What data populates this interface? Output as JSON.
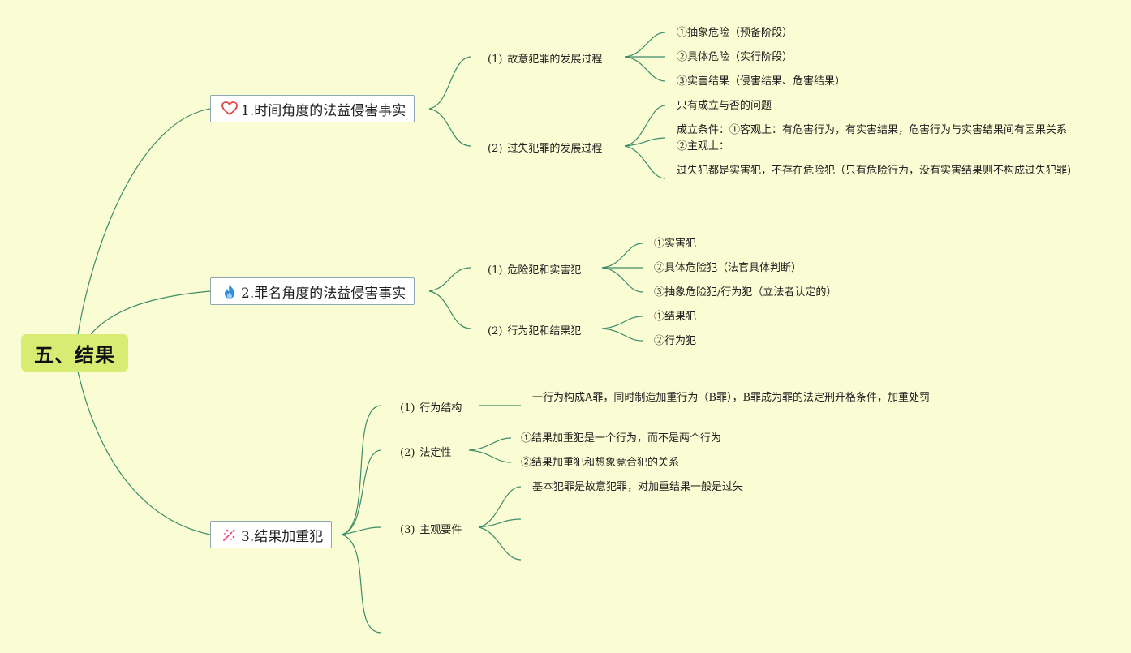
{
  "root": {
    "label": "五、结果"
  },
  "topics": [
    {
      "label": "1.时间角度的法益侵害事实",
      "icon": "heart-icon",
      "subs": [
        {
          "num": "(1)",
          "label": "故意犯罪的发展过程",
          "leaves": [
            "①抽象危险（预备阶段）",
            "②具体危险（实行阶段）",
            "③实害结果（侵害结果、危害结果）"
          ]
        },
        {
          "num": "(2)",
          "label": "过失犯罪的发展过程",
          "leaves": [
            "只有成立与否的问题",
            "成立条件：①客观上：有危害行为，有实害结果，危害行为与实害结果间有因果关系 ②主观上：",
            "过失犯都是实害犯，不存在危险犯（只有危险行为，没有实害结果则不构成过失犯罪)"
          ]
        }
      ]
    },
    {
      "label": "2.罪名角度的法益侵害事实",
      "icon": "fire-icon",
      "subs": [
        {
          "num": "(1)",
          "label": "危险犯和实害犯",
          "leaves": [
            "①实害犯",
            "②具体危险犯（法官具体判断）",
            "③抽象危险犯/行为犯（立法者认定的）"
          ]
        },
        {
          "num": "(2)",
          "label": "行为犯和结果犯",
          "leaves": [
            "①结果犯",
            "②行为犯"
          ]
        }
      ]
    },
    {
      "label": "3.结果加重犯",
      "icon": "sparkle-icon",
      "subs": [
        {
          "num": "(1)",
          "label": "行为结构",
          "leaves": [
            "一行为构成A罪，同时制造加重行为（B罪），B罪成为罪的法定刑升格条件，加重处罚"
          ]
        },
        {
          "num": "(2)",
          "label": "法定性",
          "leaves": [
            "①结果加重犯是一个行为，而不是两个行为",
            "②结果加重犯和想象竞合犯的关系"
          ]
        },
        {
          "num": "(3)",
          "label": "主观要件",
          "leaves": [
            "基本犯罪是故意犯罪，对加重结果一般是过失"
          ]
        }
      ]
    }
  ],
  "colors": {
    "background": "#fafcd3",
    "root": "#d8ec74",
    "line": "#3d8c6a",
    "heart": "#e04a4a",
    "fire": "#2f8fe0",
    "sparkle": "#e8457c"
  }
}
